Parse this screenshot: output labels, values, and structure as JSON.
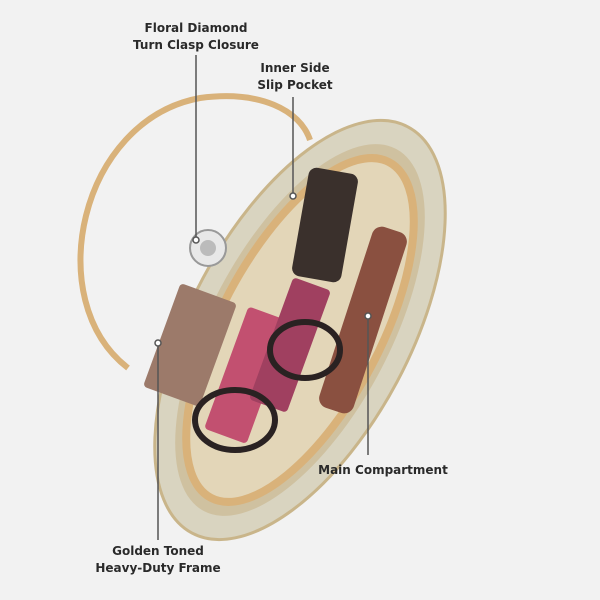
{
  "callouts": {
    "clasp": {
      "line1": "Floral Diamond",
      "line2": "Turn Clasp Closure"
    },
    "pocket": {
      "line1": "Inner Side",
      "line2": "Slip Pocket"
    },
    "main": {
      "line1": "Main Compartment"
    },
    "frame": {
      "line1": "Golden Toned",
      "line2": "Heavy-Duty Frame"
    }
  },
  "colors": {
    "background": "#f2f2f2",
    "gold": "#d9b27a",
    "lining": "#d8c9a8",
    "glitter": "#d9d4c0",
    "callout_line": "#555555"
  }
}
